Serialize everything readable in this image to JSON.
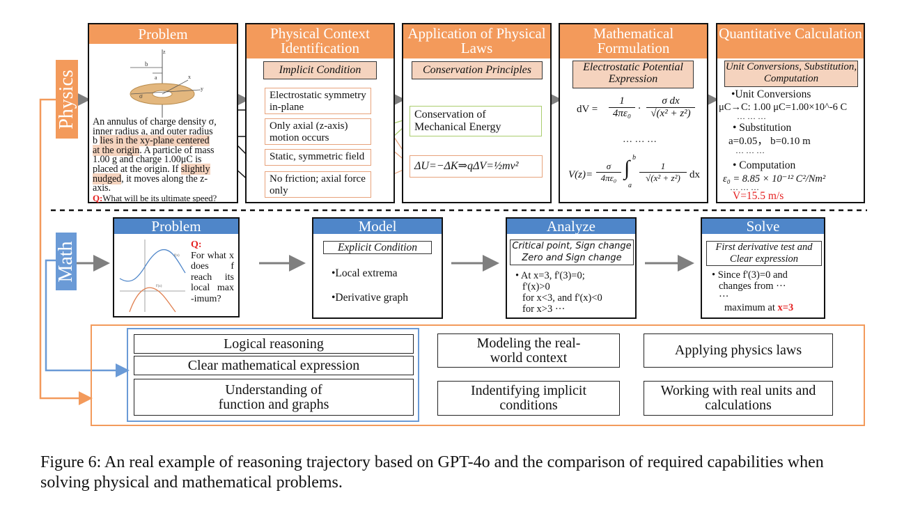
{
  "physics": {
    "side_label": "Physics",
    "stages": [
      {
        "title": "Problem"
      },
      {
        "title": "Physical Context Identification",
        "tag": "Implicit Condition"
      },
      {
        "title": "Application of Physical Laws",
        "tag": "Conservation Principles"
      },
      {
        "title": "Mathematical Formulation",
        "tag": "Electrostatic Potential Expression"
      },
      {
        "title": "Quantitative Calculation",
        "tag": "Unit Conversions, Substitution, Computation"
      }
    ],
    "problem_text": {
      "line1": "An annulus of charge density σ,",
      "line2": "inner radius a, and outer radius",
      "line3_pre": "b ",
      "line3_hl": "lies in the xy-plane centered",
      "line4_hl": "at the origin",
      "line4_post": ". A particle of mass",
      "line5": "1.00 g and charge 1.00μC is",
      "line6_pre": "placed at the origin. If ",
      "line6_hl": "slightly",
      "line7_hl": "nudged",
      "line7_post": ", it moves along the z-",
      "line8": "axis.",
      "q_label": "Q:",
      "q_text": "What will be its ultimate speed?"
    },
    "figure_labels": {
      "z": "z",
      "b": "b",
      "a": "a",
      "x": "x",
      "y": "y",
      "sigma": "σ"
    },
    "conditions": [
      "Electrostatic symmetry in-plane",
      "Only axial (z-axis) motion occurs",
      "Static, symmetric field",
      "No friction; axial force only"
    ],
    "laws": [
      "Conservation of Mechanical Energy",
      "ΔU=−ΔK⇒qΔV=½mv²"
    ],
    "formulation": {
      "dV_lhs": "dV =",
      "frac1_num": "1",
      "frac1_den": "4πε₀",
      "dot": "·",
      "frac2_num": "σ dx",
      "frac2_den": "√(x² + z²)",
      "dots": "… … …",
      "Vz_lhs": "V(z)=",
      "frac3_num": "σ",
      "frac3_den": "4πε₀",
      "integral": "∫",
      "int_upper": "b",
      "int_lower": "a",
      "frac4_num": "1",
      "frac4_den": "√(x² + z²)",
      "dx": "dx"
    },
    "calc": {
      "b1": "•Unit Conversions",
      "b1_text": "μC→C: 1.00 μC=1.00×10^-6 C",
      "b1_dots": "… … …",
      "b2": "• Substitution",
      "b2_text": "a=0.05， b=0.10 m",
      "b2_dots": "… … …",
      "b3": "• Computation",
      "b3_text": "ε₀ = 8.85 × 10⁻¹² C²/Nm²",
      "b3_dots": "… … …",
      "result": "V=15.5 m/s"
    }
  },
  "math": {
    "side_label": "Math",
    "stages": [
      {
        "title": "Problem"
      },
      {
        "title": "Model",
        "tag": "Explicit Condition"
      },
      {
        "title": "Analyze",
        "tag": "Critical point, Sign change Zero and Sign change"
      },
      {
        "title": "Solve",
        "tag": "First derivative test and Clear expression"
      }
    ],
    "problem": {
      "q_label": "Q:",
      "q_text": "For what x does f reach its local max -imum?",
      "curve_f": "f(x)",
      "curve_fp": "f'(x)"
    },
    "model_items": [
      "•Local extrema",
      "•Derivative graph"
    ],
    "analyze": {
      "l1": "• At x=3, f'(3)=0;",
      "l2": "f'(x)>0",
      "l3": "for x<3, and f'(x)<0",
      "l4": "for x>3 ···"
    },
    "solve": {
      "l1": "• Since f'(3)=0 and",
      "l2": "changes from ···",
      "l3": "···",
      "l4_pre": "maximum at ",
      "l4_red": "x=3"
    }
  },
  "capabilities": {
    "math": [
      "Logical reasoning",
      "Clear mathematical expression",
      "Understanding of function and graphs"
    ],
    "physics": [
      "Modeling the real-world context",
      "Applying physics laws",
      "Indentifying implicit conditions",
      "Working with real units and calculations"
    ]
  },
  "caption": "Figure 6: An real example of reasoning trajectory based on GPT-4o and the comparison of required capabilities when solving physical and mathematical problems.",
  "colors": {
    "physics": "#F39A5B",
    "math": "#4F86C9",
    "cond_border": "#E7A27B",
    "law_border": "#A9CC6D",
    "highlight": "#F5D3BE",
    "accent_red": "#E41F1F"
  }
}
